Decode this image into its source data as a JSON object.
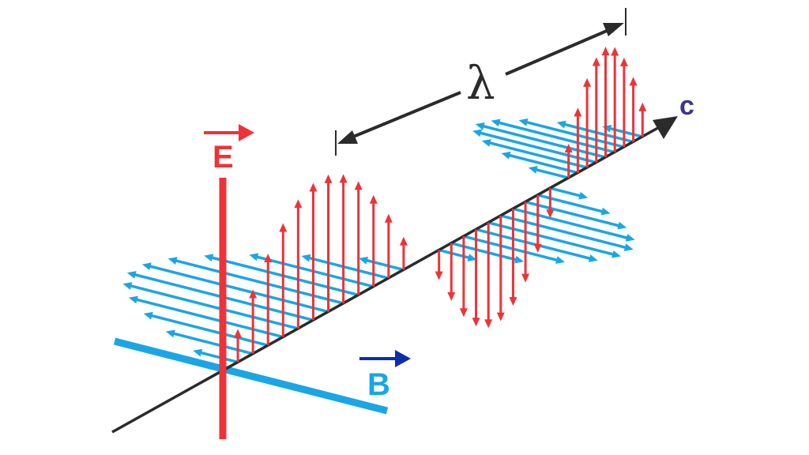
{
  "labels": {
    "electric_field": "E",
    "magnetic_field": "B",
    "speed_of_light": "c",
    "wavelength": "λ"
  },
  "colors": {
    "electric": "#ee3338",
    "magnetic": "#1aa6e4",
    "axis": "#2b2b2b",
    "b_vector_arrow": "#0b2faa",
    "c_label": "#3a3590"
  }
}
